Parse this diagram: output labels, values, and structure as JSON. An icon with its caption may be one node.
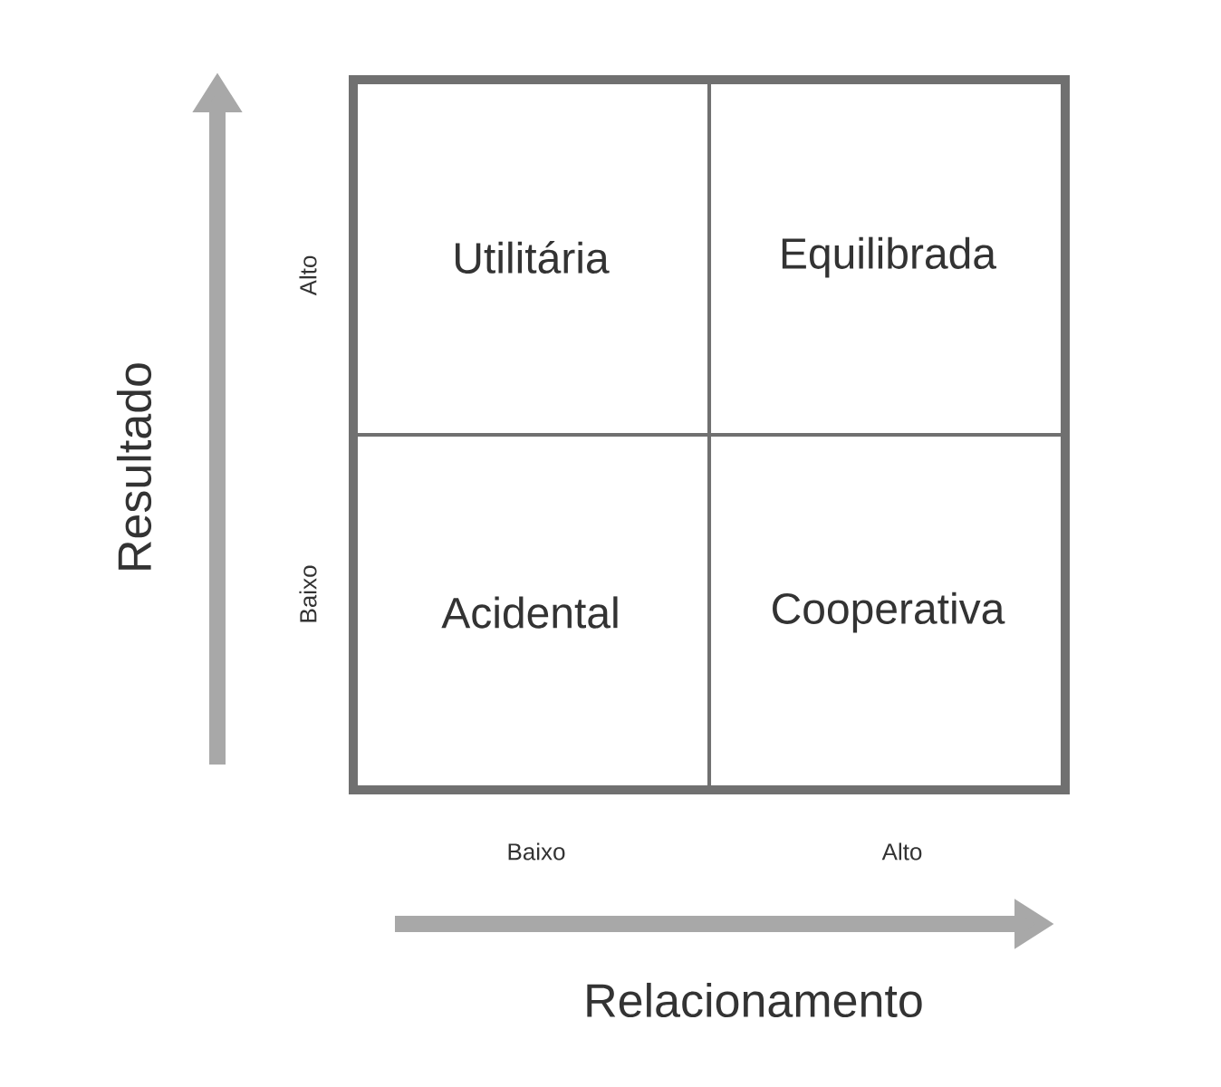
{
  "diagram": {
    "nodes": [
      {
        "text": [
          "Utilitária"
        ]
      },
      {
        "text": [
          "Equilibrada"
        ]
      },
      {
        "text": [
          "Acidental"
        ]
      },
      {
        "text": [
          "Cooperativa"
        ]
      }
    ],
    "labels": [
      "Resultado",
      "Alto",
      "Baixo",
      "Baixo",
      "Alto",
      "Relacionamento"
    ]
  }
}
